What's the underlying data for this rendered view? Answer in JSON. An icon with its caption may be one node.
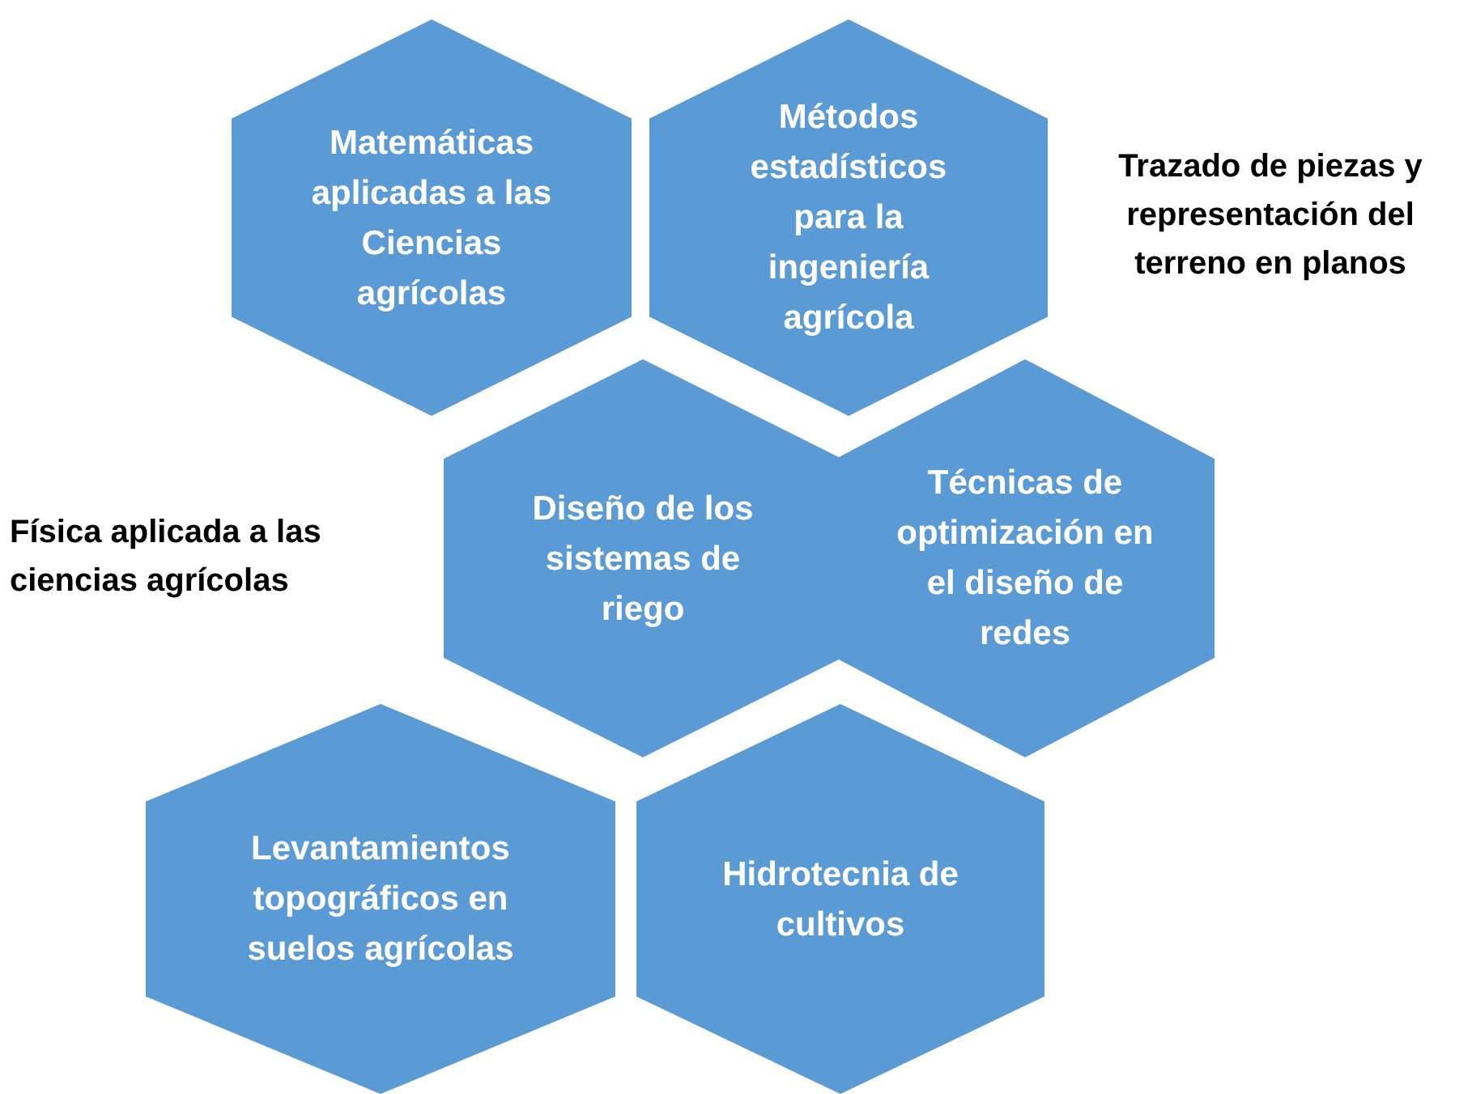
{
  "diagram": {
    "nodes": [
      {
        "text": [
          "Matemáticas aplicadas a las Ciencias agrícolas"
        ]
      },
      {
        "text": [
          "Métodos estadísticos para la ingeniería agrícola"
        ]
      },
      {
        "text": [
          "Diseño de los sistemas de riego"
        ]
      },
      {
        "text": [
          "Técnicas de optimización en el diseño de redes"
        ]
      },
      {
        "text": [
          "Levantamientos topográficos en suelos agrícolas"
        ]
      },
      {
        "text": [
          "Hidrotecnia de cultivos"
        ]
      }
    ],
    "labels": [
      "Trazado de piezas y representación del terreno en planos",
      "Física aplicada a las ciencias agrícolas"
    ]
  }
}
